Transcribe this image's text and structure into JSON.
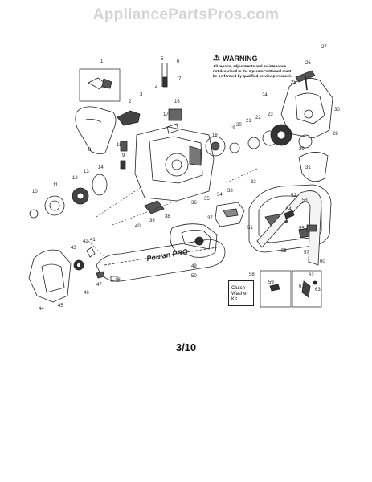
{
  "watermark": "AppliancePartsPros.com",
  "warning": {
    "title": "WARNING",
    "text": "All repairs, adjustments and maintenance not described in the Operator's Manual must be performed by qualified service personnel."
  },
  "bar_brand": "Poulan PRO",
  "kit_label": "Clutch Washer Kit",
  "page_label": "3/10",
  "part_labels": [
    {
      "id": "1",
      "text": "1"
    },
    {
      "id": "2",
      "text": "2"
    },
    {
      "id": "3",
      "text": "3"
    },
    {
      "id": "4",
      "text": "4"
    },
    {
      "id": "5",
      "text": "5"
    },
    {
      "id": "6",
      "text": "6"
    },
    {
      "id": "7",
      "text": "7"
    },
    {
      "id": "8",
      "text": "8"
    },
    {
      "id": "9",
      "text": "9"
    },
    {
      "id": "10",
      "text": "10"
    },
    {
      "id": "11",
      "text": "11"
    },
    {
      "id": "12",
      "text": "12"
    },
    {
      "id": "13",
      "text": "13"
    },
    {
      "id": "14",
      "text": "14"
    },
    {
      "id": "15",
      "text": "15"
    },
    {
      "id": "16",
      "text": "16"
    },
    {
      "id": "17",
      "text": "17"
    },
    {
      "id": "18",
      "text": "18"
    },
    {
      "id": "19",
      "text": "19"
    },
    {
      "id": "20",
      "text": "20"
    },
    {
      "id": "21",
      "text": "21"
    },
    {
      "id": "22",
      "text": "22"
    },
    {
      "id": "23",
      "text": "23"
    },
    {
      "id": "24",
      "text": "24"
    },
    {
      "id": "25",
      "text": "25"
    },
    {
      "id": "26",
      "text": "26"
    },
    {
      "id": "27",
      "text": "27"
    },
    {
      "id": "28",
      "text": "28"
    },
    {
      "id": "29",
      "text": "29"
    },
    {
      "id": "30",
      "text": "30"
    },
    {
      "id": "31",
      "text": "31"
    },
    {
      "id": "32",
      "text": "32"
    },
    {
      "id": "33",
      "text": "33"
    },
    {
      "id": "34",
      "text": "34"
    },
    {
      "id": "35",
      "text": "35"
    },
    {
      "id": "36",
      "text": "36"
    },
    {
      "id": "37",
      "text": "37"
    },
    {
      "id": "38",
      "text": "38"
    },
    {
      "id": "39",
      "text": "39"
    },
    {
      "id": "40",
      "text": "40"
    },
    {
      "id": "41",
      "text": "41"
    },
    {
      "id": "42",
      "text": "42"
    },
    {
      "id": "43",
      "text": "43"
    },
    {
      "id": "44",
      "text": "44"
    },
    {
      "id": "45",
      "text": "45"
    },
    {
      "id": "46",
      "text": "46"
    },
    {
      "id": "47",
      "text": "47"
    },
    {
      "id": "48",
      "text": "48"
    },
    {
      "id": "49",
      "text": "49"
    },
    {
      "id": "50",
      "text": "50"
    },
    {
      "id": "51",
      "text": "51"
    },
    {
      "id": "52",
      "text": "52"
    },
    {
      "id": "53",
      "text": "53"
    },
    {
      "id": "54",
      "text": "54"
    },
    {
      "id": "55",
      "text": "55"
    },
    {
      "id": "56",
      "text": "56"
    },
    {
      "id": "57",
      "text": "57"
    },
    {
      "id": "58",
      "text": "58"
    },
    {
      "id": "59",
      "text": "59"
    },
    {
      "id": "60",
      "text": "60"
    },
    {
      "id": "61",
      "text": "61"
    },
    {
      "id": "62",
      "text": "62"
    },
    {
      "id": "63",
      "text": "63"
    }
  ]
}
